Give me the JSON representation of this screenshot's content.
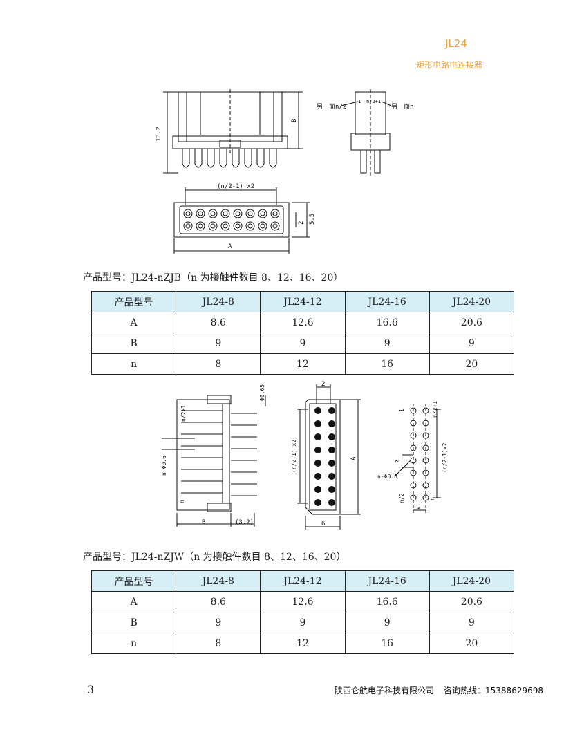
{
  "header": {
    "title": "JL24",
    "subtitle": "矩形电路电连接器"
  },
  "drawing1": {
    "dim_height": "13.2",
    "dim_b": "B",
    "side_label_left": "另一面n/2",
    "side_label_right": "另一面n",
    "side_pin_1": "1",
    "side_pin_mid": "n/2+1",
    "dim_pitch": "(n/2-1) x2",
    "dim_row": "2",
    "dim_width": "5.5",
    "dim_a": "A"
  },
  "section1": {
    "caption": "产品型号：JL24-nZJB（n 为接触件数目 8、12、16、20）",
    "table": {
      "header": [
        "产品型号",
        "JL24-8",
        "JL24-12",
        "JL24-16",
        "JL24-20"
      ],
      "rows": [
        [
          "A",
          "8.6",
          "12.6",
          "16.6",
          "20.6"
        ],
        [
          "B",
          "9",
          "9",
          "9",
          "9"
        ],
        [
          "n",
          "8",
          "12",
          "16",
          "20"
        ]
      ]
    }
  },
  "drawing2": {
    "label_n2p1": "n/2+1",
    "label_hole": "n-Φ0.6",
    "label_n": "n",
    "label_phi065": "Φ0.65",
    "dim_b": "B",
    "dim_32": "(3.2)",
    "front_top": "2",
    "front_pitch": "(n/2-1) x2",
    "front_a": "A",
    "front_bottom": "6",
    "pcb_1": "1",
    "pcb_n2p1": "n/2+1",
    "pcb_pitch": "(n/2-1)x2",
    "pcb_2v": "2",
    "pcb_hole": "n-Φ0.8",
    "pcb_n2": "n/2",
    "pcb_n": "n",
    "pcb_2h": "2"
  },
  "section2": {
    "caption": "产品型号：JL24-nZJW（n 为接触件数目 8、12、16、20）",
    "table": {
      "header": [
        "产品型号",
        "JL24-8",
        "JL24-12",
        "JL24-16",
        "JL24-20"
      ],
      "rows": [
        [
          "A",
          "8.6",
          "12.6",
          "16.6",
          "20.6"
        ],
        [
          "B",
          "9",
          "9",
          "9",
          "9"
        ],
        [
          "n",
          "8",
          "12",
          "16",
          "20"
        ]
      ]
    }
  },
  "footer": {
    "page_number": "3",
    "company": "陕西仑航电子科技有限公司",
    "hotline": "咨询热线：15388629698"
  }
}
